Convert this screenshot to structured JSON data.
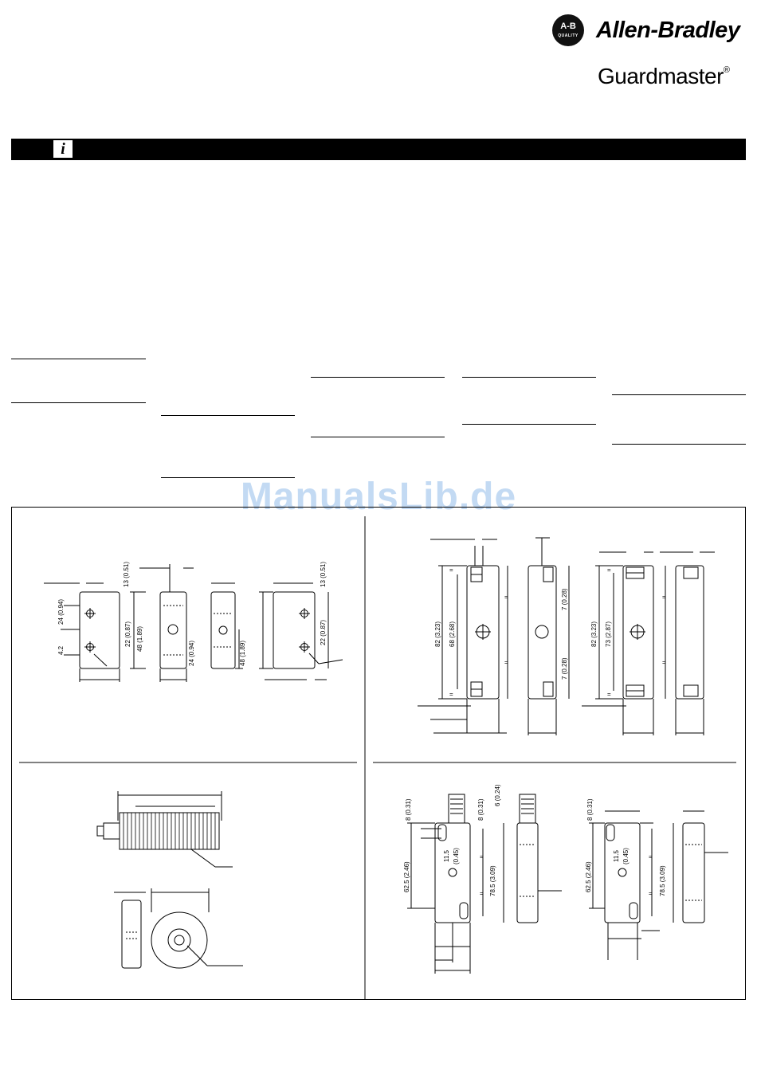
{
  "brand": {
    "ab_logo_text": "A-B",
    "ab_logo_subtext": "QUALITY",
    "company": "Allen-Bradley",
    "product_line": "Guardmaster",
    "registered_mark": "®"
  },
  "header": {
    "info_icon": "i"
  },
  "watermark": "ManualsLib.de",
  "drawings": {
    "panel1": {
      "dim_13": "13 (0.51)",
      "dim_24": "24 (0.94)",
      "dim_22": "22 (0.87)",
      "dim_48": "48 (1.89)",
      "dim_42": "4.2",
      "dim_24b": "24 (0.94)",
      "dim_48b": "48 (1.89)",
      "dim_13b": "13 (0.51)",
      "dim_22b": "22 (0.87)"
    },
    "panel2": {
      "dim_82": "82 (3.23)",
      "dim_68": "68 (2.68)",
      "dim_7a": "7 (0.28)",
      "dim_7b": "7 (0.28)",
      "dim_82b": "82 (3.23)",
      "dim_73": "73 (2.87)",
      "eq": "="
    },
    "panel4": {
      "dim_8a": "8 (0.31)",
      "dim_8b": "8 (0.31)",
      "dim_6": "6 (0.24)",
      "dim_115": "11.5",
      "dim_045": "(0.45)",
      "dim_625": "62.5 (2.46)",
      "dim_785": "78.5 (3.09)",
      "dim_8c": "8 (0.31)",
      "dim_115b": "11.5",
      "dim_045b": "(0.45)",
      "dim_625b": "62.5 (2.46)",
      "dim_785b": "78.5 (3.09)"
    }
  }
}
